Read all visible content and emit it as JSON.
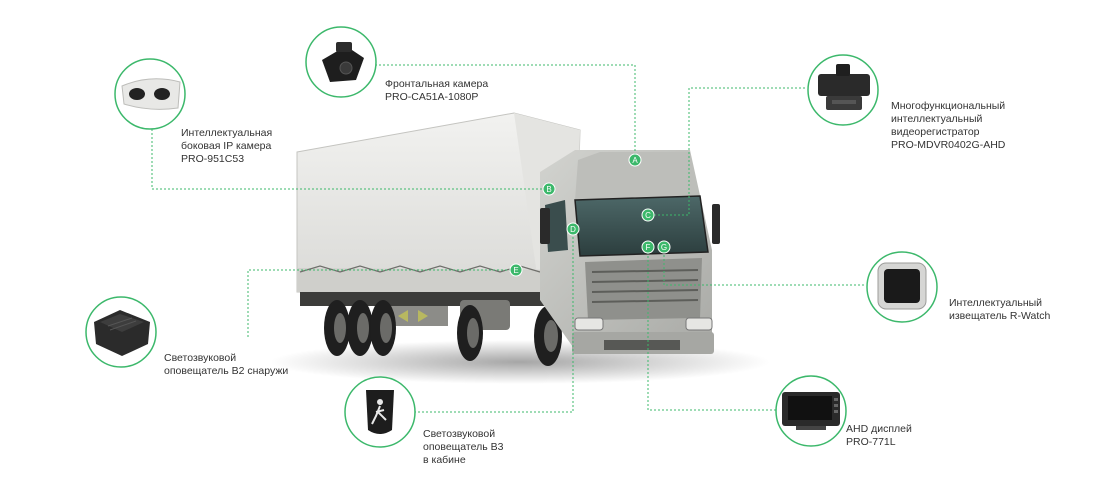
{
  "accent_color": "#3cb86b",
  "markers": [
    "A",
    "B",
    "C",
    "D",
    "E",
    "F",
    "G"
  ],
  "devices": [
    {
      "id": "front-camera",
      "label": "Фронтальная камера\nPRO-CA51A-1080P",
      "marker": "A",
      "icon": "front-camera-icon"
    },
    {
      "id": "side-ip-camera",
      "label": "Интеллектуальная\nбоковая IP камера\nPRO-951C53",
      "marker": "B",
      "icon": "side-camera-icon"
    },
    {
      "id": "dvr",
      "label": "Многофункциональный\nинтеллектуальный\nвидеорегистратор\nPRO-MDVR0402G-AHD",
      "marker": "C",
      "icon": "dvr-icon"
    },
    {
      "id": "r-watch",
      "label": "Интеллектуальный\nизвещатель R-Watch",
      "marker": "G",
      "icon": "r-watch-icon"
    },
    {
      "id": "b2-outside",
      "label": "Светозвуковой\nоповещатель B2 снаружи",
      "marker": "E",
      "icon": "alarm-b2-icon"
    },
    {
      "id": "b3-cabin",
      "label": "Светозвуковой\nоповещатель B3\nв кабине",
      "marker": "D",
      "icon": "alarm-b3-icon"
    },
    {
      "id": "ahd-display",
      "label": "AHD дисплей\nPRO-771L",
      "marker": "F",
      "icon": "ahd-display-icon"
    }
  ]
}
